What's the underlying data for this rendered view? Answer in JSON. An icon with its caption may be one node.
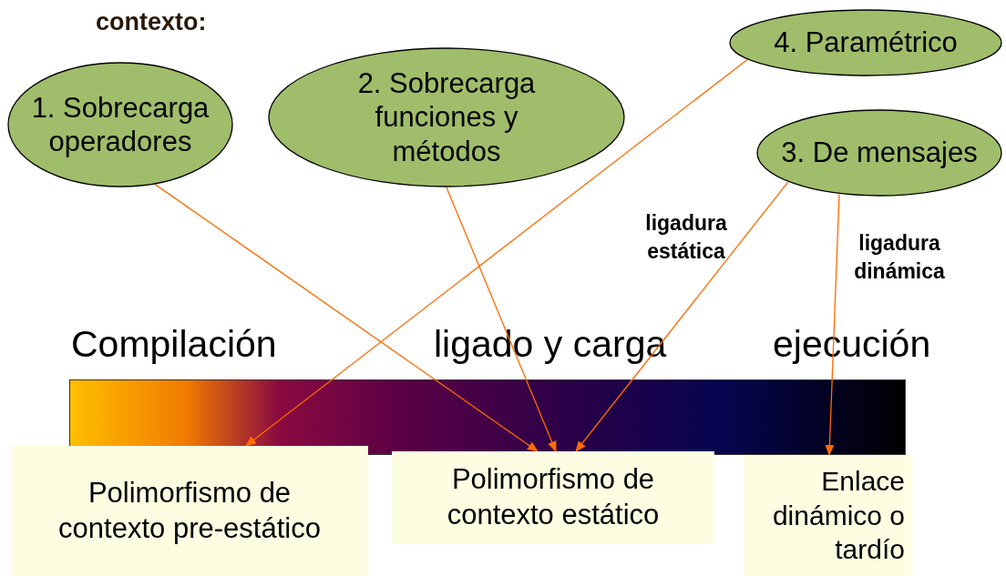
{
  "diagram": {
    "nodes": [
      {
        "text": [
          "1. Sobrecarga operadores"
        ]
      },
      {
        "text": [
          "2. Sobrecarga funciones y métodos"
        ]
      },
      {
        "text": [
          "4. Paramétrico"
        ]
      },
      {
        "text": [
          "3. De mensajes"
        ]
      },
      {
        "text": [
          "Polimorfismo de contexto pre-estático"
        ]
      },
      {
        "text": [
          "Polimorfismo de contexto estático"
        ]
      },
      {
        "text": [
          "Enlace dinámico o tardío"
        ]
      }
    ],
    "edges": [
      {
        "from": 0,
        "to": 5,
        "arrow": "to"
      },
      {
        "from": 1,
        "to": 5,
        "arrow": "to"
      },
      {
        "from": 2,
        "to": 4,
        "arrow": "to"
      },
      {
        "from": 3,
        "to": 5,
        "arrow": "to",
        "label": "ligadura estática"
      },
      {
        "from": 3,
        "to": 6,
        "arrow": "to",
        "label": "ligadura dinámica"
      }
    ],
    "labels": [
      "contexto:",
      "Compilación",
      "ligado y carga",
      "ejecución"
    ]
  }
}
